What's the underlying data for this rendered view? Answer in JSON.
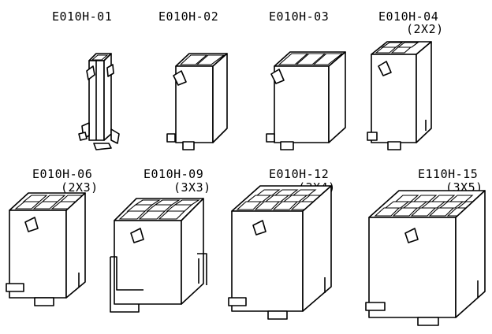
{
  "parts": [
    {
      "id": "p01",
      "code": "E010H-01",
      "grid": ""
    },
    {
      "id": "p02",
      "code": "E010H-02",
      "grid": ""
    },
    {
      "id": "p03",
      "code": "E010H-03",
      "grid": ""
    },
    {
      "id": "p04",
      "code": "E010H-04",
      "grid": "(2X2)"
    },
    {
      "id": "p06",
      "code": "E010H-06",
      "grid": "(2X3)"
    },
    {
      "id": "p09",
      "code": "E010H-09",
      "grid": "(3X3)"
    },
    {
      "id": "p12",
      "code": "E010H-12",
      "grid": "(3X4)"
    },
    {
      "id": "p15",
      "code": "E110H-15",
      "grid": "(3X5)"
    }
  ],
  "colors": {
    "line": "#000000",
    "background": "#ffffff"
  }
}
